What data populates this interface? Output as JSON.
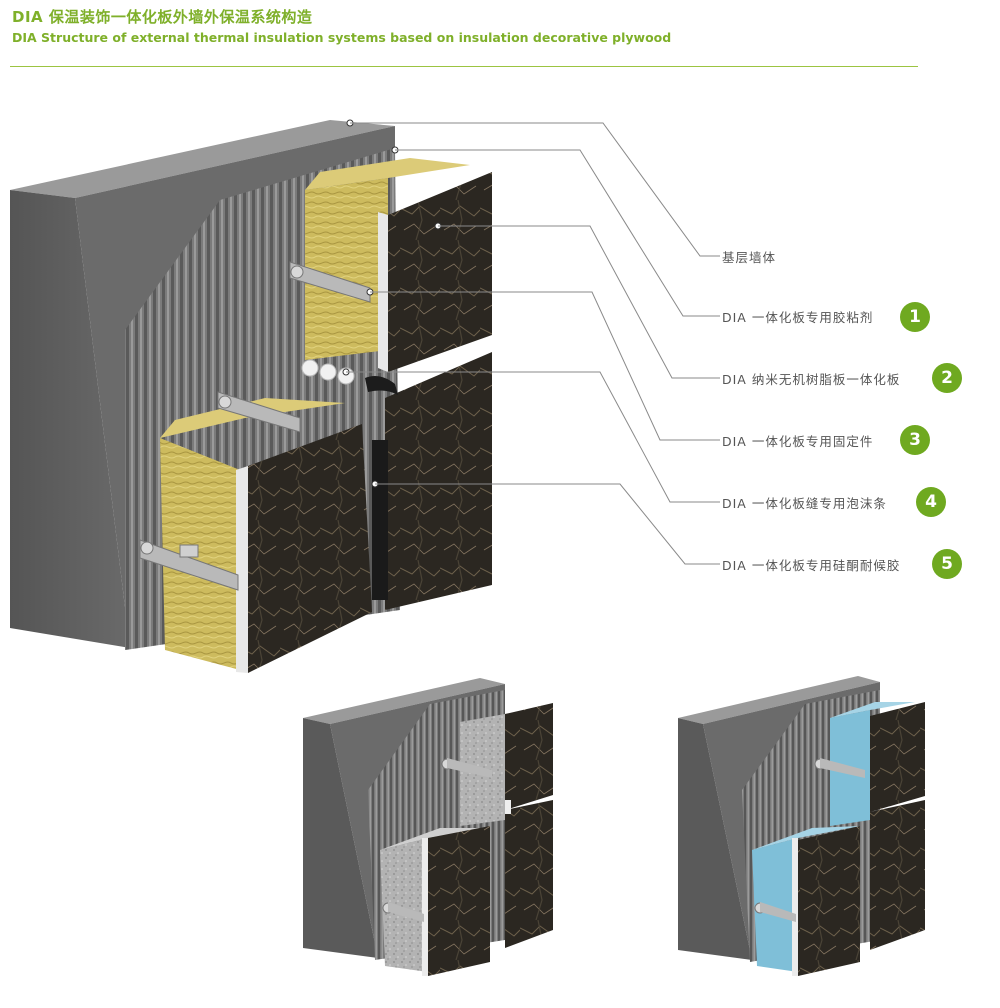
{
  "title": {
    "cn": "DIA 保温装饰一体化板外墙外保温系统构造",
    "en": "DIA Structure of external thermal insulation systems based on insulation decorative plywood"
  },
  "callouts": [
    {
      "label": "基层墙体",
      "number": ""
    },
    {
      "label": "DIA 一体化板专用胶粘剂",
      "number": "1"
    },
    {
      "label": "DIA 纳米无机树脂板一体化板",
      "number": "2"
    },
    {
      "label": "DIA 一体化板专用固定件",
      "number": "3"
    },
    {
      "label": "DIA 一体化板缝专用泡沫条",
      "number": "4"
    },
    {
      "label": "DIA 一体化板专用硅酮耐候胶",
      "number": "5"
    }
  ],
  "colors": {
    "accent": "#7fb02a",
    "badge": "#6fa920",
    "wall": "#5f5f5f",
    "rock_wool": "#c9b85c",
    "marble": "#2a2620",
    "eps_grey": "#b3b3b3",
    "xps_blue": "#7fbfd8"
  }
}
